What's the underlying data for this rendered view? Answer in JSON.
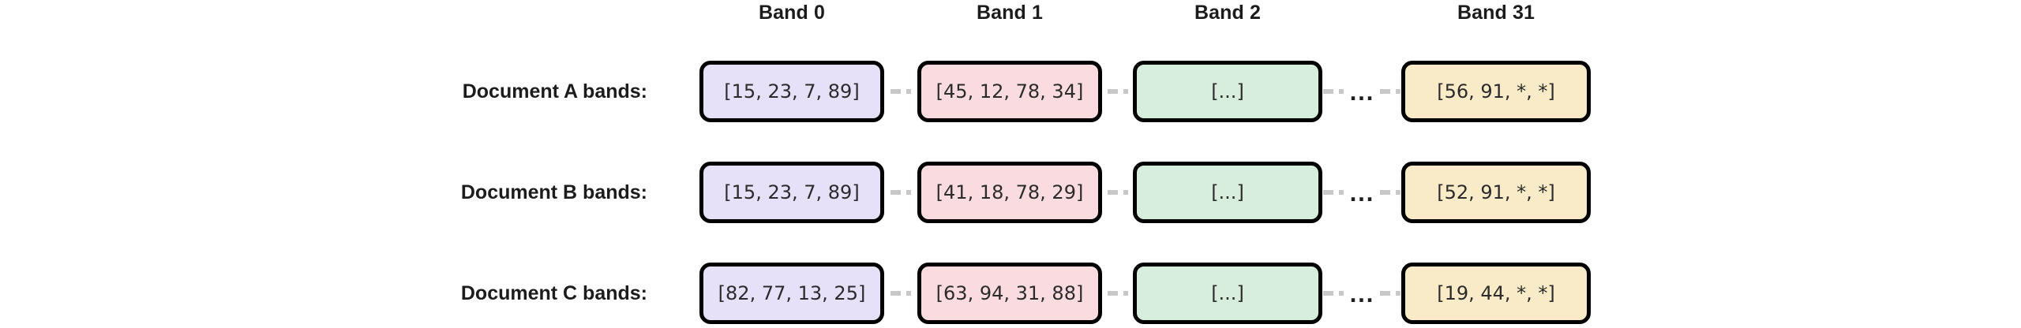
{
  "diagram": {
    "column_headers": [
      "Band 0",
      "Band 1",
      "Band 2",
      "Band 31"
    ],
    "separator_dots": "...",
    "colors": {
      "band0_fill": "#E6E0F8",
      "band1_fill": "#FADCE0",
      "band2_fill": "#D8EEDD",
      "band31_fill": "#FAEBC8",
      "border": "#000000",
      "dash": "#C8C8C8",
      "text": "#1C1C1E",
      "background": "#FFFFFF"
    },
    "rows": [
      {
        "label": "Document A bands:",
        "bands": [
          "[15, 23, 7, 89]",
          "[45, 12, 78, 34]",
          "[...]",
          "[56, 91, *, *]"
        ]
      },
      {
        "label": "Document B bands:",
        "bands": [
          "[15, 23, 7, 89]",
          "[41, 18, 78, 29]",
          "[...]",
          "[52, 91, *, *]"
        ]
      },
      {
        "label": "Document C bands:",
        "bands": [
          "[82, 77, 13, 25]",
          "[63, 94, 31, 88]",
          "[...]",
          "[19, 44, *, *]"
        ]
      }
    ]
  }
}
